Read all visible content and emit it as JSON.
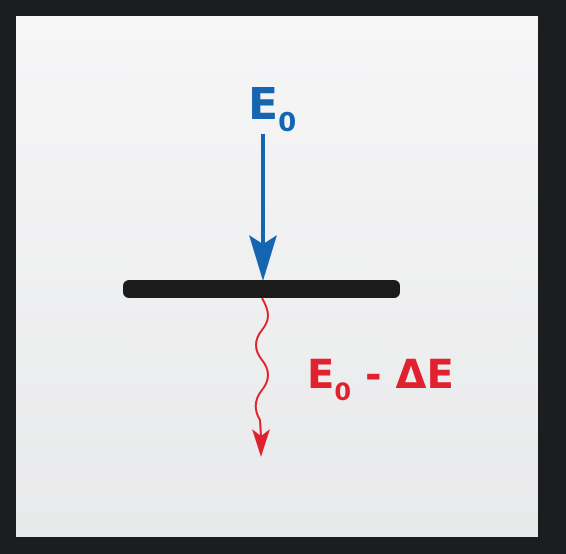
{
  "incident": {
    "symbol": "E",
    "subscript": "0",
    "color": "#1565b0"
  },
  "transmitted": {
    "symbol": "E",
    "subscript": "0",
    "rest": " - ΔE",
    "color": "#e0212e"
  },
  "plate": {
    "color": "#1b1b1b"
  }
}
